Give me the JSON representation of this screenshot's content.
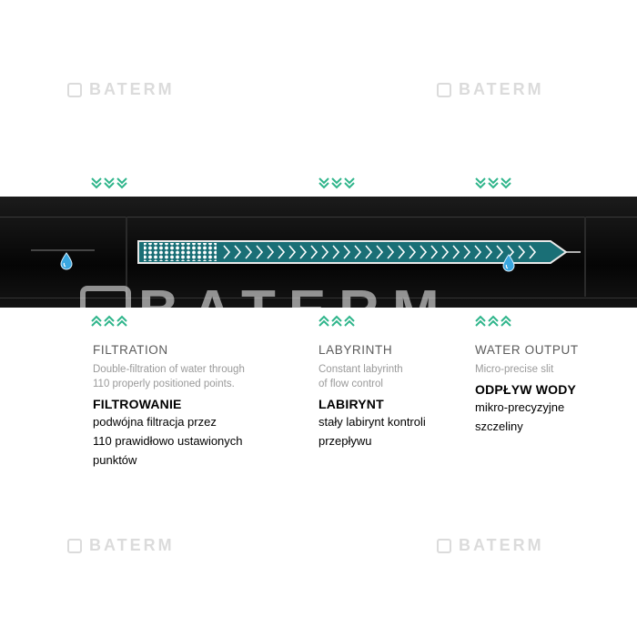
{
  "watermark": {
    "brand": "BATERM"
  },
  "colors": {
    "accent_green": "#2fb58b",
    "emitter_teal": "#1a6f76",
    "pipe_black": "#0a0a0a",
    "drop_blue": "#3aa7e0"
  },
  "icons": {
    "chevron_down": "chevron-down-icon",
    "chevron_up": "chevron-up-icon",
    "drop": "water-drop-icon"
  },
  "sections": [
    {
      "en_title": "FILTRATION",
      "en_desc": "Double-filtration of water through\n110 properly positioned points.",
      "pl_title": "FILTROWANIE",
      "pl_desc": "podwójna filtracja przez\n110 prawidłowo ustawionych\npunktów"
    },
    {
      "en_title": "LABYRINTH",
      "en_desc": "Constant labyrinth\nof flow control",
      "pl_title": "LABIRYNT",
      "pl_desc": "stały labirynt kontroli\nprzepływu"
    },
    {
      "en_title": "WATER OUTPUT",
      "en_desc": "Micro-precise slit",
      "pl_title": "ODPŁYW WODY",
      "pl_desc": "mikro-precyzyjne\nszczeliny"
    }
  ]
}
